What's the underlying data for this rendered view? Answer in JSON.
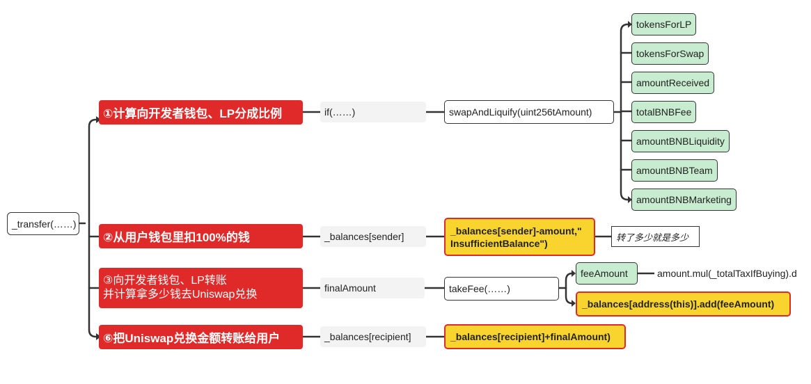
{
  "root": "_transfer(……)",
  "branches": {
    "b1": {
      "title": "①计算向开发者钱包、LP分成比例",
      "condition": "if(……)",
      "call": "swapAndLiquify(uint256tAmount)",
      "vars": [
        "tokensForLP",
        "tokensForSwap",
        "amountReceived",
        "totalBNBFee",
        "amountBNBLiquidity",
        "amountBNBTeam",
        "amountBNBMarketing"
      ]
    },
    "b2": {
      "title": "②从用户钱包里扣100%的钱",
      "target": "_balances[sender]",
      "op_line1": "_balances[sender]-amount,\"",
      "op_line2": "InsufficientBalance\")",
      "note": "转了多少就是多少"
    },
    "b3": {
      "title_line1": "③向开发者钱包、LP转账",
      "title_line2": "并计算拿多少钱去Uniswap兑换",
      "var": "finalAmount",
      "call": "takeFee(……)",
      "fee": "feeAmount",
      "fee_expr": "amount.mul(_totalTaxIfBuying).d",
      "add_op": "_balances[address(this)].add(feeAmount)"
    },
    "b4": {
      "title": "⑥把Uniswap兑换金额转账给用户",
      "target": "_balances[recipient]",
      "op": "_balances[recipient]+finalAmount)"
    }
  },
  "colors": {
    "red": "#e02a2a",
    "yellow": "#fad42e",
    "green": "#c8ecd0",
    "line": "#333333"
  }
}
